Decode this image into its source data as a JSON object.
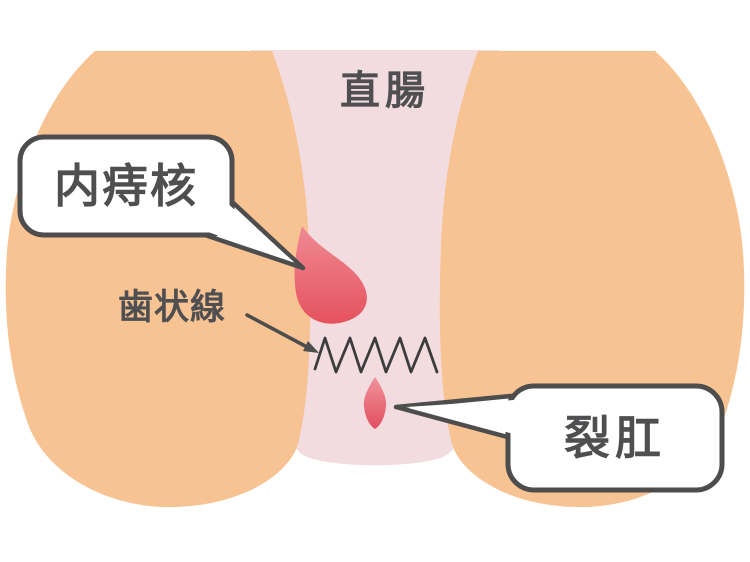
{
  "figure": {
    "background": "#FFFFFF",
    "labels": {
      "rectum": "直腸",
      "dentate_line": "歯状線",
      "internal_hemorrhoid": "内痔核",
      "anal_fissure": "裂肛"
    },
    "colors": {
      "skin": "#F8C392",
      "canal": "#F2DCE0",
      "lesion_light": "#EF8A93",
      "lesion_dark": "#E5525F",
      "outline": "#4D4D4D",
      "label_text": "#4F4F51",
      "line_dark": "#3C3C3E"
    }
  }
}
